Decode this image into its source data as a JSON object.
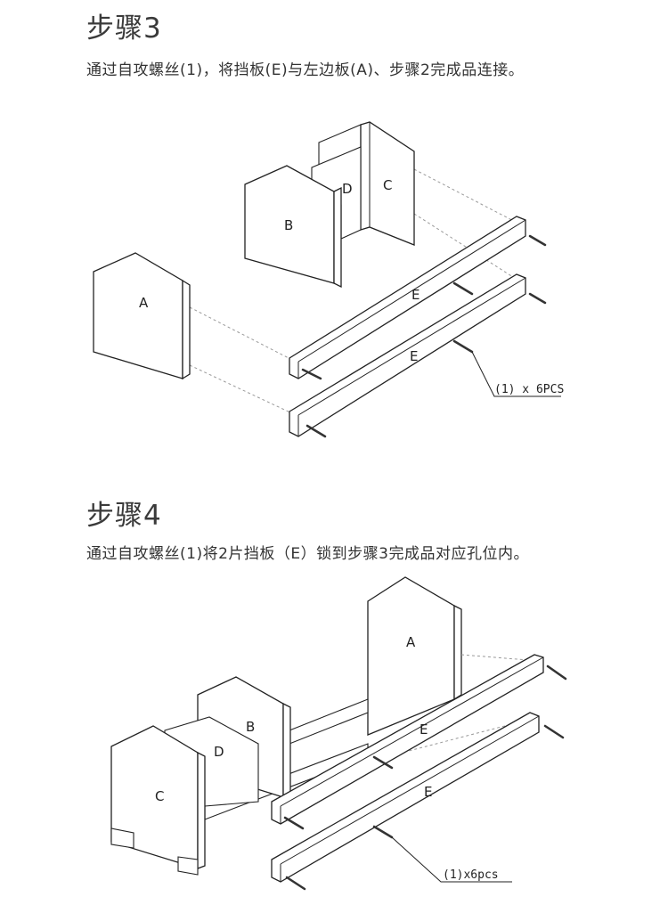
{
  "step3": {
    "title": "步骤3",
    "description": "通过自攻螺丝(1)，将挡板(E)与左边板(A)、步骤2完成品连接。",
    "labels": {
      "a": "A",
      "b": "B",
      "c": "C",
      "d": "D",
      "e1": "E",
      "e2": "E"
    },
    "screw_count": "(1) x 6PCS"
  },
  "step4": {
    "title": "步骤4",
    "description": "通过自攻螺丝(1)将2片挡板（E）锁到步骤3完成品对应孔位内。",
    "labels": {
      "a": "A",
      "b": "B",
      "c": "C",
      "d": "D",
      "e1": "E",
      "e2": "E"
    },
    "screw_count": "(1)x6pcs"
  }
}
